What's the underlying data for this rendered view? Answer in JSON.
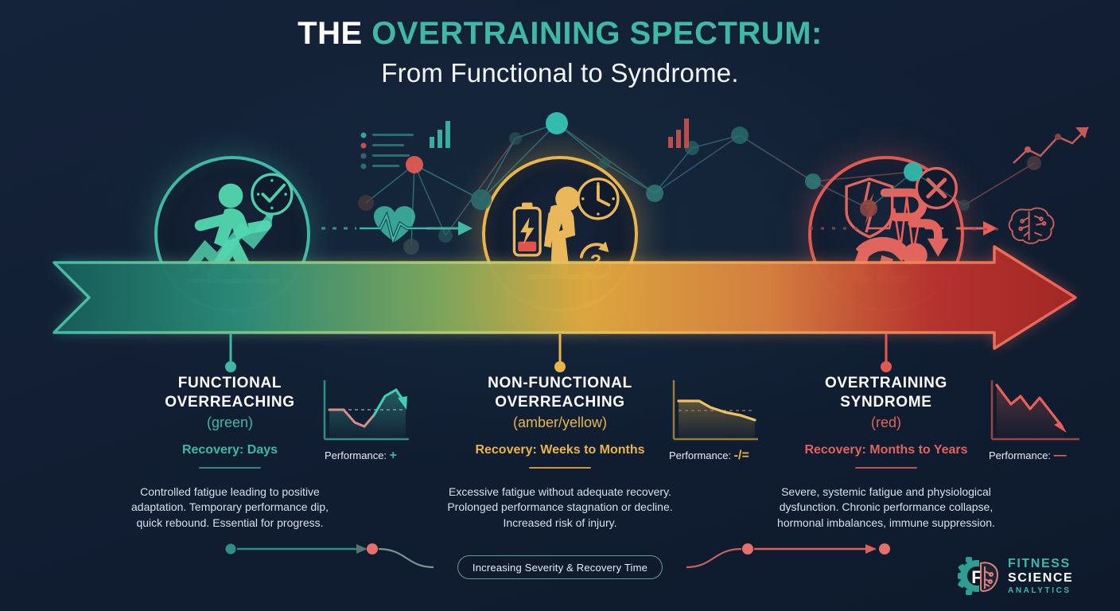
{
  "title": {
    "prefix": "THE ",
    "highlight": "OVERTRAINING SPECTRUM:",
    "subtitle": "From Functional to Syndrome."
  },
  "colors": {
    "background": "#111e33",
    "green": "#3fb8a6",
    "amber": "#e9b44c",
    "red": "#e05a52",
    "text": "#e8eef5"
  },
  "stages": [
    {
      "id": "functional-overreaching",
      "heading": "FUNCTIONAL\nOVERREACHING",
      "color_label": "(green)",
      "recovery": "Recovery: Days",
      "description": "Controlled fatigue leading to positive adaptation. Temporary performance dip, quick rebound. Essential for progress.",
      "performance_label": "Performance:",
      "performance_value": "+",
      "accent": "#3fb8a6",
      "icon": "running-figure-icon",
      "badge_icon": "clock-check-icon"
    },
    {
      "id": "non-functional-overreaching",
      "heading": "NON-FUNCTIONAL\nOVERREACHING",
      "color_label": "(amber/yellow)",
      "recovery": "Recovery: Weeks to Months",
      "description": "Excessive fatigue without adequate recovery. Prolonged performance stagnation or decline. Increased risk of injury.",
      "performance_label": "Performance:",
      "performance_value": "-/=",
      "accent": "#e9b44c",
      "icon": "exhausted-figure-icon",
      "badge_icon": "clock-question-icon"
    },
    {
      "id": "overtraining-syndrome",
      "heading": "OVERTRAINING\nSYNDROME",
      "color_label": "(red)",
      "recovery": "Recovery: Months to Years",
      "description": "Severe, systemic fatigue and physiological dysfunction. Chronic performance collapse, hormonal imbalances, immune suppression.",
      "performance_label": "Performance:",
      "performance_value": "—",
      "accent": "#e05a52",
      "icon": "collapsed-figure-icon",
      "badge_icon": "x-mark-icon"
    }
  ],
  "footer": {
    "caption": "Increasing Severity & Recovery Time"
  },
  "logo": {
    "line1": "FITNESS",
    "line2": "SCIENCE",
    "line3": "ANALYTICS",
    "mark": "gear-brain-icon"
  },
  "chart_data": [
    {
      "type": "line",
      "title": "Functional Overreaching performance trend",
      "x": [
        0,
        1,
        2,
        3,
        4,
        5,
        6,
        7
      ],
      "values": [
        50,
        50,
        35,
        28,
        40,
        66,
        80,
        72
      ],
      "ylim": [
        0,
        100
      ],
      "baseline": 50,
      "annotation": "dip then rebound above baseline",
      "color": "#3fb8a6"
    },
    {
      "type": "line",
      "title": "Non-Functional Overreaching performance trend",
      "x": [
        0,
        1,
        2,
        3,
        4,
        5,
        6,
        7
      ],
      "values": [
        62,
        62,
        60,
        50,
        45,
        42,
        38,
        34
      ],
      "ylim": [
        0,
        100
      ],
      "baseline": 50,
      "annotation": "stagnation then gradual decline",
      "color": "#e9b44c"
    },
    {
      "type": "line",
      "title": "Overtraining Syndrome performance trend",
      "x": [
        0,
        1,
        2,
        3,
        4,
        5,
        6
      ],
      "values": [
        95,
        62,
        72,
        50,
        64,
        28,
        8
      ],
      "ylim": [
        0,
        100
      ],
      "baseline": null,
      "annotation": "steep sustained collapse",
      "color": "#e05a52"
    }
  ]
}
